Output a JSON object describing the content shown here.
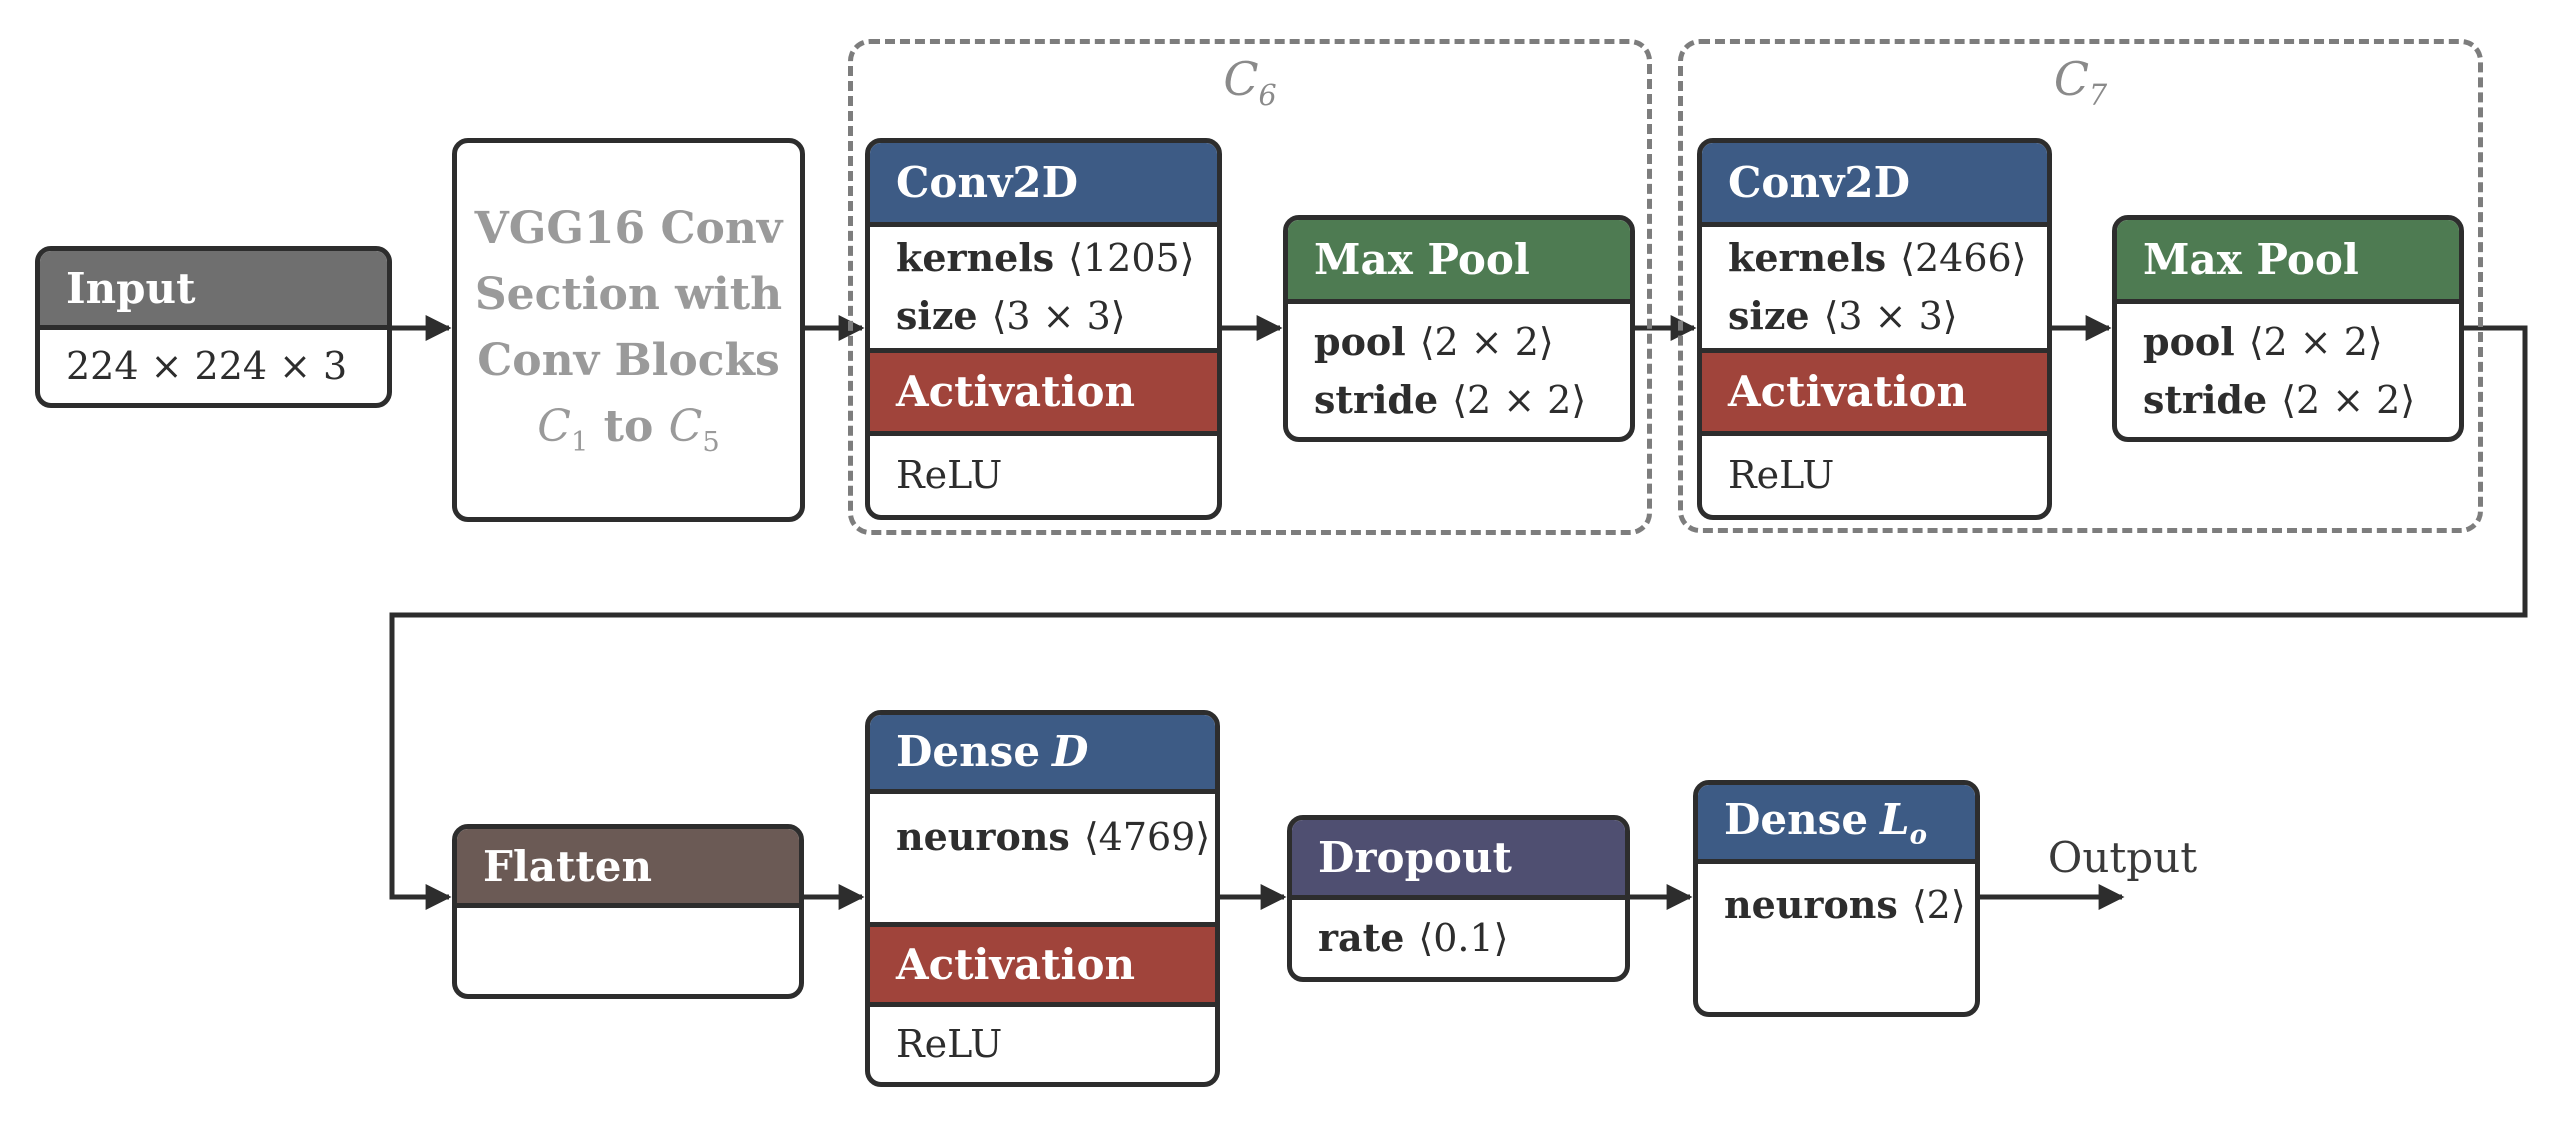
{
  "colors": {
    "header_blue": "#3d5b85",
    "header_green": "#4e7b52",
    "header_red": "#a0443b",
    "header_gray": "#6f6f6f",
    "header_brown": "#6b5a55",
    "header_slate": "#4f4f71",
    "border_dark": "#2d2d2d",
    "dashed_gray": "#7d7d7d",
    "muted_text": "#9a9a9a"
  },
  "input": {
    "title": "Input",
    "shape": "224 × 224 × 3"
  },
  "vgg": {
    "line1": "VGG16 Conv",
    "line2": "Section with",
    "line3": "Conv Blocks",
    "range": {
      "c1": "C",
      "sub1": "1",
      "to_word": "to",
      "c2": "C",
      "sub2": "5"
    }
  },
  "c6": {
    "label_letter": "C",
    "label_sub": "6",
    "conv": {
      "title": "Conv2D",
      "params": [
        {
          "label": "kernels",
          "value": "⟨1205⟩"
        },
        {
          "label": "size",
          "value": "⟨3 × 3⟩"
        }
      ],
      "activation_title": "Activation",
      "activation_fn": "ReLU"
    },
    "pool": {
      "title": "Max Pool",
      "params": [
        {
          "label": "pool",
          "value": "⟨2 × 2⟩"
        },
        {
          "label": "stride",
          "value": "⟨2 × 2⟩"
        }
      ]
    }
  },
  "c7": {
    "label_letter": "C",
    "label_sub": "7",
    "conv": {
      "title": "Conv2D",
      "params": [
        {
          "label": "kernels",
          "value": "⟨2466⟩"
        },
        {
          "label": "size",
          "value": "⟨3 × 3⟩"
        }
      ],
      "activation_title": "Activation",
      "activation_fn": "ReLU"
    },
    "pool": {
      "title": "Max Pool",
      "params": [
        {
          "label": "pool",
          "value": "⟨2 × 2⟩"
        },
        {
          "label": "stride",
          "value": "⟨2 × 2⟩"
        }
      ]
    }
  },
  "flatten": {
    "title": "Flatten"
  },
  "dense_d": {
    "title_word": "Dense",
    "title_var": "D",
    "params": [
      {
        "label": "neurons",
        "value": "⟨4769⟩"
      }
    ],
    "activation_title": "Activation",
    "activation_fn": "ReLU"
  },
  "dropout": {
    "title": "Dropout",
    "params": [
      {
        "label": "rate",
        "value": "⟨0.1⟩"
      }
    ]
  },
  "dense_lo": {
    "title_word": "Dense",
    "title_var": "L",
    "title_sub": "o",
    "params": [
      {
        "label": "neurons",
        "value": "⟨2⟩"
      }
    ]
  },
  "output_label": "Output"
}
